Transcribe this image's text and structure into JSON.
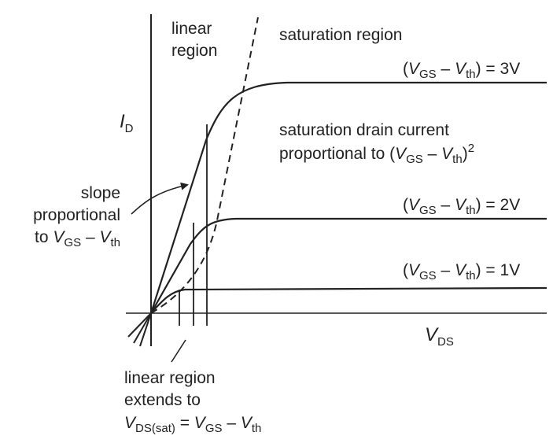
{
  "colors": {
    "ink": "#222222",
    "background": "#ffffff"
  },
  "axes": {
    "y_label": "I",
    "y_label_sub": "D",
    "x_label": "V",
    "x_label_sub": "DS"
  },
  "regions": {
    "linear_line1": "linear",
    "linear_line2": "region",
    "saturation": "saturation region"
  },
  "saturation_current": {
    "line1": "saturation drain current",
    "line2_prefix": "proportional to (",
    "V": "V",
    "GS": "GS",
    "dash": " – ",
    "th": "th",
    "close": ")",
    "sup": "2"
  },
  "curves": [
    {
      "open": "(",
      "V": "V",
      "GS": "GS",
      "dash": " – ",
      "th": "th",
      "value": ") = 3V"
    },
    {
      "open": "(",
      "V": "V",
      "GS": "GS",
      "dash": " – ",
      "th": "th",
      "value": ") = 2V"
    },
    {
      "open": "(",
      "V": "V",
      "GS": "GS",
      "dash": " – ",
      "th": "th",
      "value": ") = 1V"
    }
  ],
  "slope_note": {
    "line1": "slope",
    "line2": "proportional",
    "line3_prefix": "to ",
    "V": "V",
    "GS": "GS",
    "dash": " – ",
    "th": "th"
  },
  "linear_extent_note": {
    "line1": "linear region",
    "line2": "extends to",
    "V": "V",
    "DSsat": "DS(sat)",
    "eq": " = ",
    "GS": "GS",
    "dash": " – ",
    "th": "th"
  }
}
